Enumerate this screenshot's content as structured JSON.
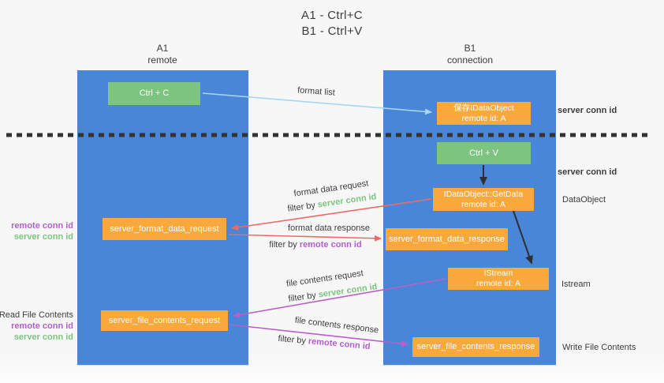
{
  "title": {
    "line1": "A1 - Ctrl+C",
    "line2": "B1 - Ctrl+V"
  },
  "lanes": {
    "left": {
      "name": "A1",
      "role": "remote"
    },
    "right": {
      "name": "B1",
      "role": "connection"
    }
  },
  "nodes": {
    "ctrl_c": {
      "label": "Ctrl + C"
    },
    "save_idataobject": {
      "line1": "保存IDataObject",
      "line2": "remote id: A"
    },
    "ctrl_v": {
      "label": "Ctrl + V"
    },
    "getdata": {
      "line1": "IDataObject::GetData",
      "line2": "remote id: A"
    },
    "format_request": {
      "label": "server_format_data_request"
    },
    "format_response": {
      "label": "server_format_data_response"
    },
    "istream": {
      "line1": "IStream",
      "line2": "remote id: A"
    },
    "file_request": {
      "label": "server_file_contents_request"
    },
    "file_response": {
      "label": "server_file_contents_response"
    }
  },
  "edge_labels": {
    "format_list": "format list",
    "format_data_request": "format data request",
    "format_data_request_filter_prefix": "filter by ",
    "format_data_request_filter_key": "server conn id",
    "format_data_response": "format data response",
    "format_data_response_filter_prefix": "filter by ",
    "format_data_response_filter_key": "remote conn id",
    "file_contents_request": "file contents request",
    "file_contents_request_filter_prefix": "filter by ",
    "file_contents_request_filter_key": "server conn id",
    "file_contents_response": "file contents response",
    "file_contents_response_filter_prefix": "filter by ",
    "file_contents_response_filter_key": "remote conn id"
  },
  "side_labels": {
    "left_mid_remote": "remote conn id",
    "left_mid_server": "server conn id",
    "read_file": "Read File Contents",
    "left_bottom_remote": "remote conn id",
    "left_bottom_server": "server conn id",
    "right_top_server": "server conn id",
    "right_mid_server": "server conn id",
    "dataobject": "DataObject",
    "istream": "Istream",
    "write_file": "Write File Contents"
  },
  "colors": {
    "lane_blue": "#4a86d8",
    "green_box": "#7cc47f",
    "orange_box": "#f9a93c",
    "arrow_light_blue": "#a6d6f4",
    "arrow_red": "#ee6a63",
    "arrow_magenta": "#bb5fc9",
    "arrow_black": "#2f2f2f",
    "label_green": "#7cc47f",
    "label_purple": "#b25fc9",
    "text_dark": "#3d3d3d",
    "divider": "#333333"
  }
}
